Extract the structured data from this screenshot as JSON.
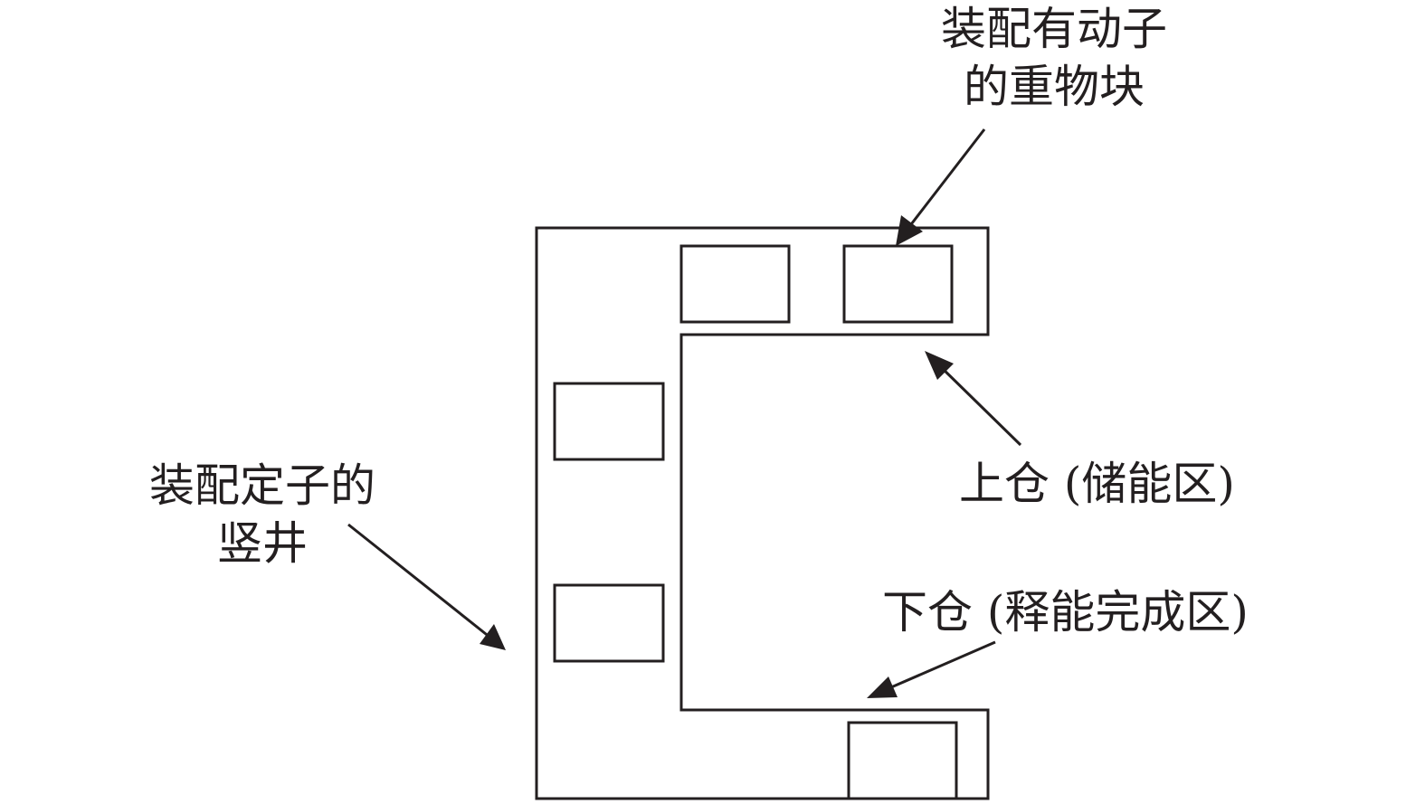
{
  "labels": {
    "weight_block": {
      "line1": "装配有动子",
      "line2": "的重物块"
    },
    "shaft": {
      "line1": "装配定子的",
      "line2": "竖井"
    },
    "upper_bin": "上仓 (储能区)",
    "lower_bin": "下仓 (释能完成区)"
  },
  "colors": {
    "stroke": "#231f20",
    "background": "#ffffff"
  }
}
